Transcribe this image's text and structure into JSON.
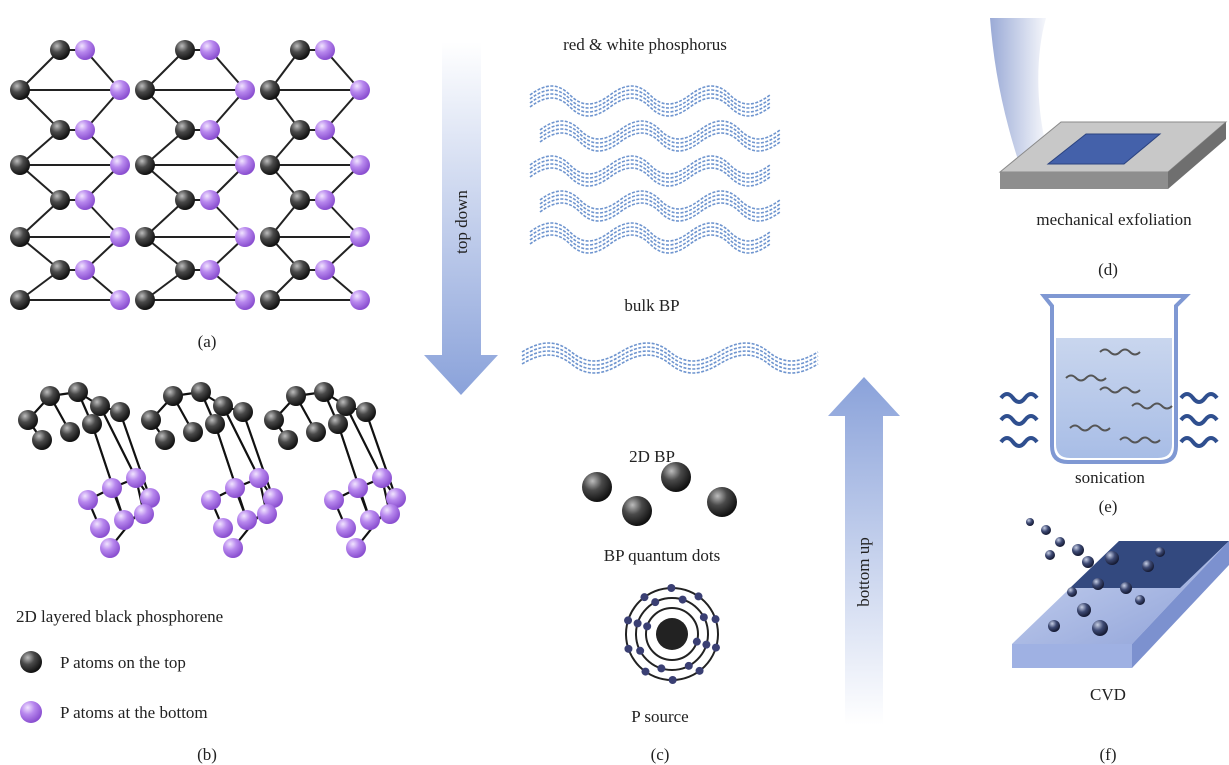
{
  "panels": {
    "a": {
      "caption": "(a)"
    },
    "b": {
      "caption": "(b)"
    },
    "c": {
      "caption": "(c)",
      "top_down_label": "top down",
      "bottom_up_label": "bottom up",
      "red_white_label": "red & white phosphorus",
      "bulk_label": "bulk BP",
      "two_d_label": "2D BP",
      "qd_label": "BP quantum dots",
      "source_label": "P source"
    },
    "d": {
      "caption": "(d)",
      "method_label": "mechanical exfoliation"
    },
    "e": {
      "caption": "(e)",
      "method_label": "sonication"
    },
    "f": {
      "caption": "(f)",
      "method_label": "CVD"
    }
  },
  "legend": {
    "title": "2D layered black phosphorene",
    "top_atoms": "P atoms on the top",
    "bottom_atoms": "P atoms at the bottom"
  },
  "colors": {
    "top_atom": "#3a3a3a",
    "bottom_atom": "#b07ae8",
    "arrow": "#8fa6dc",
    "substrate": "#3f5ea8",
    "wave": "#2f4f8f"
  }
}
